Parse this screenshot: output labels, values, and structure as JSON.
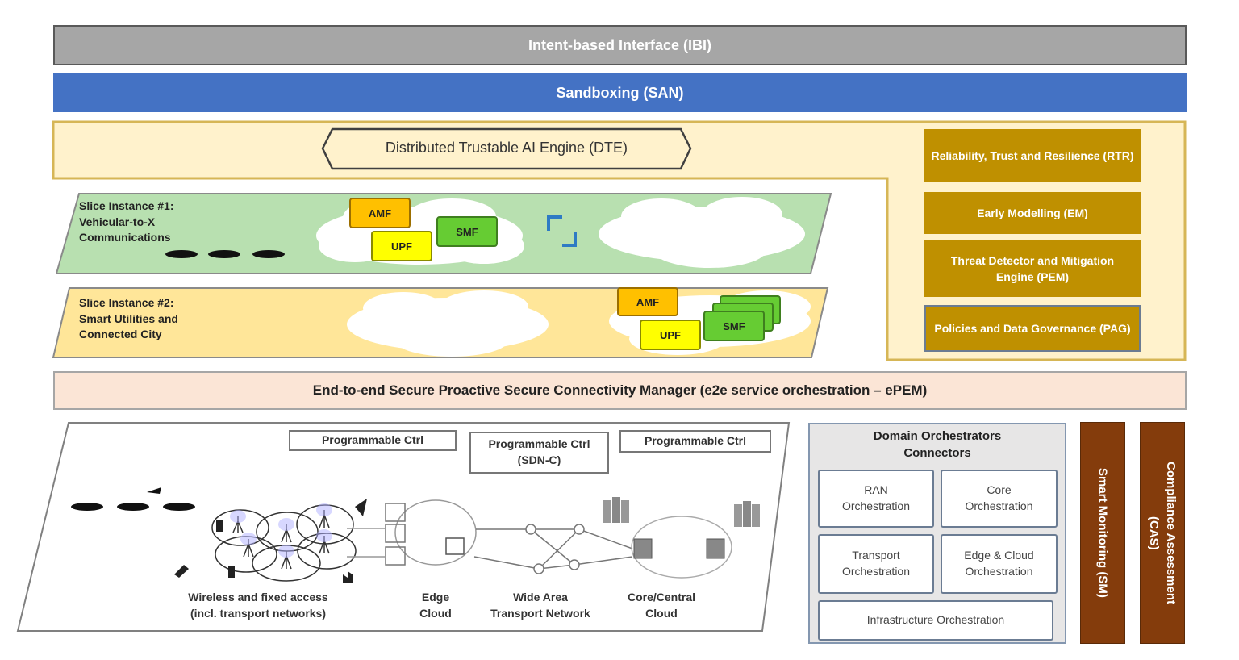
{
  "layers": {
    "ibi": "Intent-based Interface (IBI)",
    "san": "Sandboxing (SAN)",
    "dte": "Distributed Trustable AI Engine (DTE)",
    "epem": "End-to-end Secure Proactive Secure Connectivity Manager (e2e service orchestration – ePEM)"
  },
  "trust_modules": [
    {
      "id": "rtr",
      "label": "Reliability, Trust and Resilience (RTR)"
    },
    {
      "id": "em",
      "label": "Early Modelling (EM)"
    },
    {
      "id": "pem",
      "label": "Threat Detector and Mitigation Engine (PEM)"
    },
    {
      "id": "pag",
      "label": "Policies and Data Governance (PAG)"
    }
  ],
  "slices": [
    {
      "label_lines": [
        "Slice Instance #1:",
        "Vehicular-to-X",
        "Communications"
      ],
      "nfs": {
        "amf": "AMF",
        "upf": "UPF",
        "smf": "SMF"
      }
    },
    {
      "label_lines": [
        "Slice Instance #2:",
        "Smart Utilities and",
        "Connected City"
      ],
      "nfs": {
        "amf": "AMF",
        "upf": "UPF",
        "smf": "SMF"
      }
    }
  ],
  "infrastructure": {
    "controllers": [
      {
        "line1": "Programmable Ctrl",
        "line2": ""
      },
      {
        "line1": "Programmable Ctrl",
        "line2": "(SDN-C)"
      },
      {
        "line1": "Programmable Ctrl",
        "line2": ""
      }
    ],
    "segments": {
      "access": [
        "Wireless and fixed access",
        "(incl. transport networks)"
      ],
      "edge": [
        "Edge",
        "Cloud"
      ],
      "wan": [
        "Wide Area",
        "Transport Network"
      ],
      "core": [
        "Core/Central",
        "Cloud"
      ]
    }
  },
  "domain_orchestrators": {
    "title": [
      "Domain Orchestrators",
      "Connectors"
    ],
    "ran": [
      "RAN",
      "Orchestration"
    ],
    "core": [
      "Core",
      "Orchestration"
    ],
    "transport": [
      "Transport",
      "Orchestration"
    ],
    "edge_cloud": [
      "Edge & Cloud",
      "Orchestration"
    ],
    "infrastructure": "Infrastructure Orchestration"
  },
  "side_bars": {
    "sm": "Smart Monitoring (SM)",
    "cas_line1": "Compliance Assessment",
    "cas_line2": "(CAS)"
  },
  "colors": {
    "ibi": "#a6a6a6",
    "san": "#4472c4",
    "dte_bg": "#fff2cc",
    "dte_border": "#d6b656",
    "trust_module": "#bf9000",
    "slice1": "#b8e0b0",
    "slice2": "#ffe699",
    "epem": "#fbe5d6",
    "amf": "#ffc000",
    "upf": "#ffff00",
    "smf": "#66cc33",
    "side_bar": "#843c0c"
  }
}
